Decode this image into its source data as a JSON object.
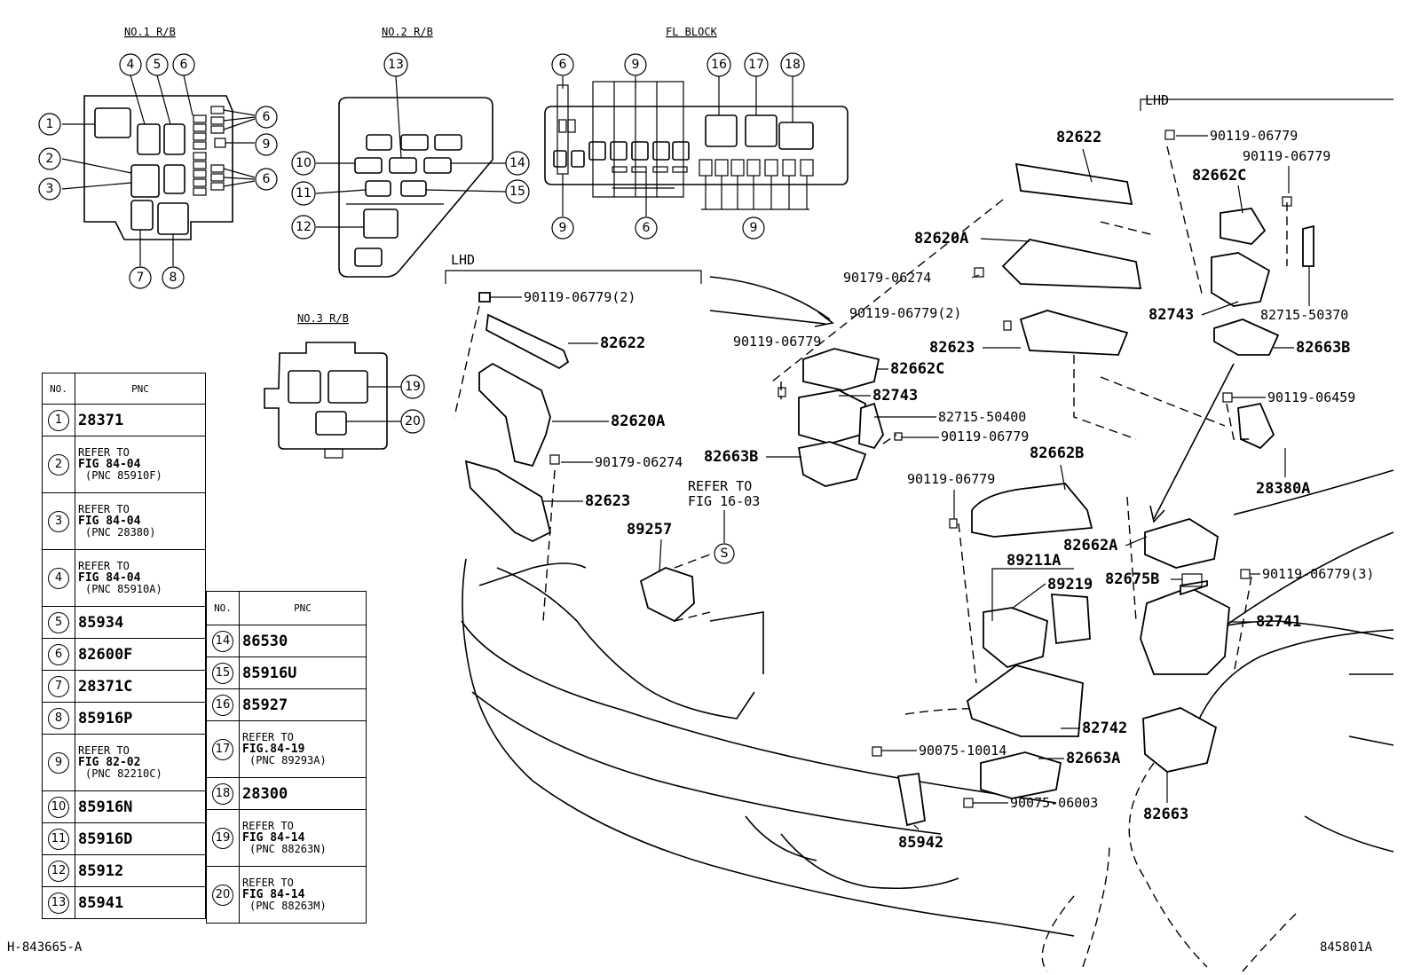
{
  "blocks": {
    "no1": "NO.1 R/B",
    "no2": "NO.2 R/B",
    "fl": "FL BLOCK",
    "no3": "NO.3 R/B",
    "lhd_left": "LHD",
    "lhd_right": "LHD"
  },
  "refer_mid": [
    "REFER TO",
    "FIG 16-03"
  ],
  "callouts": {
    "c1": "82622",
    "c2": "82620A",
    "c3": "90179-06274",
    "c4": "90119-06779(2)",
    "c5": "82623",
    "c6": "90119-06779",
    "c7": "82662C",
    "c8": "82743",
    "c9": "82715-50400",
    "c10": "90119-06779",
    "c11": "82663B",
    "c12": "82662B",
    "c13": "90119-06779",
    "c14": "89257",
    "c15": "82662A",
    "c16": "89211A",
    "c17": "89219",
    "c18": "82675B",
    "c19": "90119-06779(3)",
    "c20": "82741",
    "c21": "82742",
    "c22": "90075-10014",
    "c23": "82663A",
    "c24": "90075-06003",
    "c25": "85942",
    "c26": "82663",
    "c27": "90119-06779",
    "c28": "82662C",
    "c29": "90119-06779",
    "c30": "82743",
    "c31": "82715-50370",
    "c32": "82663B",
    "c33": "90119-06459",
    "c34": "28380A",
    "c35": "90119-06779(2)",
    "c36": "82622",
    "c37": "82620A",
    "c38": "90179-06274",
    "c39": "82623",
    "c40": "S"
  },
  "table1": {
    "header": {
      "no": "NO.",
      "pnc": "PNC"
    },
    "rows": [
      {
        "no": "1",
        "pnc": "28371"
      },
      {
        "no": "2",
        "ref1": "REFER TO",
        "ref2": "FIG 84-04",
        "ref3": "(PNC 85910F)"
      },
      {
        "no": "3",
        "ref1": "REFER TO",
        "ref2": "FIG 84-04",
        "ref3": "(PNC 28380)"
      },
      {
        "no": "4",
        "ref1": "REFER TO",
        "ref2": "FIG 84-04",
        "ref3": "(PNC 85910A)"
      },
      {
        "no": "5",
        "pnc": "85934"
      },
      {
        "no": "6",
        "pnc": "82600F"
      },
      {
        "no": "7",
        "pnc": "28371C"
      },
      {
        "no": "8",
        "pnc": "85916P"
      },
      {
        "no": "9",
        "ref1": "REFER TO",
        "ref2": "FIG 82-02",
        "ref3": "(PNC 82210C)"
      },
      {
        "no": "10",
        "pnc": "85916N"
      },
      {
        "no": "11",
        "pnc": "85916D"
      },
      {
        "no": "12",
        "pnc": "85912"
      },
      {
        "no": "13",
        "pnc": "85941"
      }
    ]
  },
  "table2": {
    "header": {
      "no": "NO.",
      "pnc": "PNC"
    },
    "rows": [
      {
        "no": "14",
        "pnc": "86530"
      },
      {
        "no": "15",
        "pnc": "85916U"
      },
      {
        "no": "16",
        "pnc": "85927"
      },
      {
        "no": "17",
        "ref1": "REFER TO",
        "ref2": "FIG.84-19",
        "ref3": "(PNC 89293A)"
      },
      {
        "no": "18",
        "pnc": "28300"
      },
      {
        "no": "19",
        "ref1": "REFER TO",
        "ref2": "FIG 84-14",
        "ref3": "(PNC 88263N)"
      },
      {
        "no": "20",
        "ref1": "REFER TO",
        "ref2": "FIG 84-14",
        "ref3": "(PNC 88263M)"
      }
    ]
  },
  "footer": {
    "left": "H-843665-A",
    "right": "845801A"
  }
}
